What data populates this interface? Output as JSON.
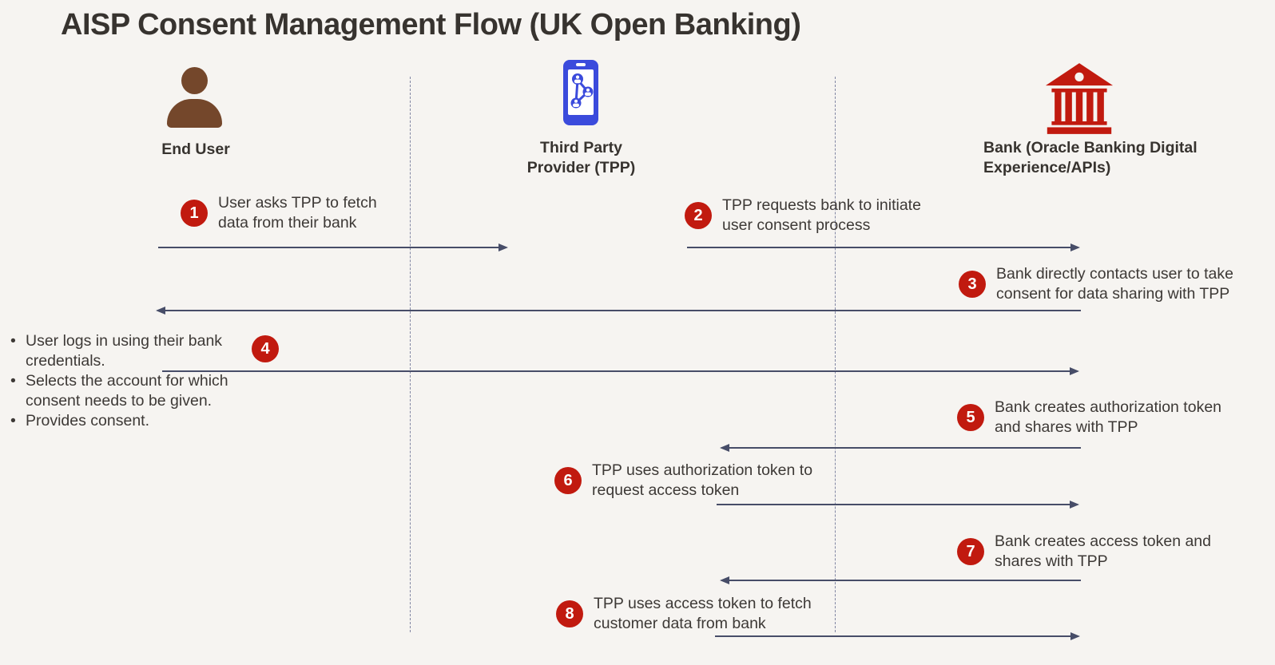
{
  "title": "AISP Consent Management Flow (UK Open Banking)",
  "actors": {
    "end_user": {
      "name": "End User",
      "icon": "person-icon"
    },
    "tpp": {
      "name_line1": "Third Party",
      "name_line2": "Provider (TPP)",
      "icon": "mobile-network-icon"
    },
    "bank": {
      "name_line1": "Bank (Oracle Banking Digital",
      "name_line2": "Experience/APIs)",
      "icon": "bank-building-icon"
    }
  },
  "steps": [
    {
      "num": "1",
      "line1": "User asks TPP to fetch",
      "line2": "data from their bank",
      "direction": "right"
    },
    {
      "num": "2",
      "line1": "TPP requests bank to initiate",
      "line2": "user consent process",
      "direction": "right"
    },
    {
      "num": "3",
      "line1": "Bank directly contacts user to take",
      "line2": "consent for data sharing with TPP",
      "direction": "left"
    },
    {
      "num": "4",
      "line1": "",
      "line2": "",
      "direction": "right"
    },
    {
      "num": "5",
      "line1": "Bank creates authorization token",
      "line2": "and shares with TPP",
      "direction": "left"
    },
    {
      "num": "6",
      "line1": "TPP uses authorization token to",
      "line2": "request access token",
      "direction": "right"
    },
    {
      "num": "7",
      "line1": "Bank creates access token and",
      "line2": "shares with TPP",
      "direction": "left"
    },
    {
      "num": "8",
      "line1": "TPP uses access token to fetch",
      "line2": "customer data from bank",
      "direction": "right"
    }
  ],
  "user_actions": [
    "User logs in using their bank credentials.",
    "Selects the account for which consent needs to be given.",
    "Provides consent."
  ],
  "colors": {
    "background": "#F6F4F1",
    "title_text": "#37332F",
    "body_text": "#3D3936",
    "step_badge_red": "#C11A0F",
    "bank_icon_red": "#C11A0F",
    "person_icon_brown": "#74472B",
    "phone_icon_blue": "#3B4BDC",
    "arrow": "#474D68",
    "lane_divider": "#8186A3"
  }
}
